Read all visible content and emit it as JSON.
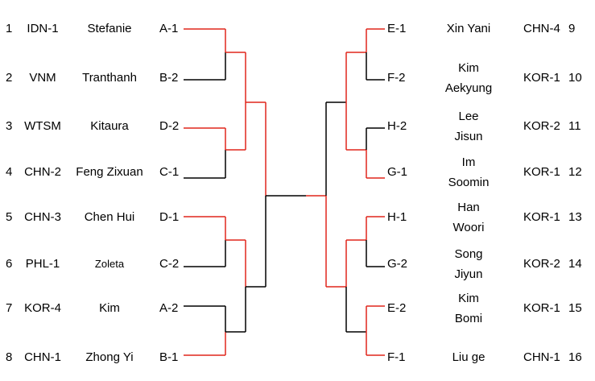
{
  "colors": {
    "winner": "#e0261c",
    "loser": "#000000"
  },
  "left": [
    {
      "seed": "1",
      "country": "IDN-1",
      "name": "Stefanie",
      "group": "A-1"
    },
    {
      "seed": "2",
      "country": "VNM",
      "name": "Tranthanh",
      "group": "B-2"
    },
    {
      "seed": "3",
      "country": "WTSM",
      "name": "Kitaura",
      "group": "D-2"
    },
    {
      "seed": "4",
      "country": "CHN-2",
      "name": "Feng Zixuan",
      "group": "C-1"
    },
    {
      "seed": "5",
      "country": "CHN-3",
      "name": "Chen Hui",
      "group": "D-1"
    },
    {
      "seed": "6",
      "country": "PHL-1",
      "name": "Zoleta",
      "group": "C-2"
    },
    {
      "seed": "7",
      "country": "KOR-4",
      "name": "Kim",
      "group": "A-2"
    },
    {
      "seed": "8",
      "country": "CHN-1",
      "name": "Zhong Yi",
      "group": "B-1"
    }
  ],
  "right": [
    {
      "group": "E-1",
      "name": "Xin Yani",
      "country": "CHN-4",
      "seed": "9"
    },
    {
      "group": "F-2",
      "name": "Kim\nAekyung",
      "country": "KOR-1",
      "seed": "10"
    },
    {
      "group": "H-2",
      "name": "Lee\nJisun",
      "country": "KOR-2",
      "seed": "11"
    },
    {
      "group": "G-1",
      "name": "Im\nSoomin",
      "country": "KOR-1",
      "seed": "12"
    },
    {
      "group": "H-1",
      "name": "Han\nWoori",
      "country": "KOR-1",
      "seed": "13"
    },
    {
      "group": "G-2",
      "name": "Song\nJiyun",
      "country": "KOR-2",
      "seed": "14"
    },
    {
      "group": "E-2",
      "name": "Kim\nBomi",
      "country": "KOR-1",
      "seed": "15"
    },
    {
      "group": "F-1",
      "name": "Liu ge",
      "country": "CHN-1",
      "seed": "16"
    }
  ]
}
